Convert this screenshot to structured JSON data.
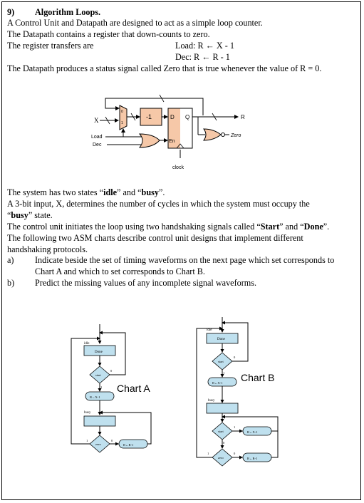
{
  "question": {
    "number": "9)",
    "title": "Algorithm Loops.",
    "intro": [
      "A Control Unit and Datapath are designed to act as a simple loop counter.",
      "The Datapath contains a register that down-counts to zero.",
      "The register transfers are"
    ],
    "transfers": {
      "load": "Load:  R ← X - 1",
      "dec": "Dec:  R ← R - 1"
    },
    "status": "The Datapath produces a status signal called Zero that is true whenever the value of R = 0.",
    "description": [
      [
        "The system has two states “",
        "idle",
        "” and “",
        "busy",
        "”."
      ],
      [
        "A 3-bit input, X, determines the number of cycles in which the system must occupy the"
      ],
      [
        "“",
        "busy",
        "” state."
      ],
      [
        "The control unit initiates the loop using two handshaking signals called “",
        "Start",
        "” and “",
        "Done",
        "”."
      ],
      [
        "The following two ASM charts describe control unit designs that implement different"
      ],
      [
        "handshaking protocols."
      ]
    ],
    "items": [
      {
        "label": "a)",
        "lines": [
          "Indicate beside the set of timing waveforms on the next page which set corresponds to",
          "Chart A and which to set corresponds to Chart B."
        ]
      },
      {
        "label": "b)",
        "lines": [
          "Predict the missing values of any incomplete signal waveforms."
        ]
      }
    ]
  },
  "datapath": {
    "x_label": "X",
    "mux_sel1": "1",
    "mux_sel0": "0",
    "minus_one": "-1",
    "d_label": "D",
    "q_label": "Q",
    "en_label": "En",
    "r_label": "R",
    "zero_label": "Zero",
    "load_label": "Load",
    "dec_label": "Dec",
    "clock_label": "clock"
  },
  "chart_a": {
    "title": "Chart A",
    "idle": "idle",
    "done": "Done",
    "start": "start",
    "load": "R←X-1",
    "busy": "busy",
    "zero": "zero",
    "dec": "R←R-1",
    "one": "1",
    "zero_bit": "0"
  },
  "chart_b": {
    "title": "Chart B",
    "idle": "idle",
    "done": "Done",
    "start": "start",
    "load": "R←X-1",
    "busy": "busy",
    "start2": "start",
    "load2": "R←X-1",
    "zero": "zero",
    "dec": "R←R-1",
    "one": "1",
    "zero_bit": "0"
  }
}
